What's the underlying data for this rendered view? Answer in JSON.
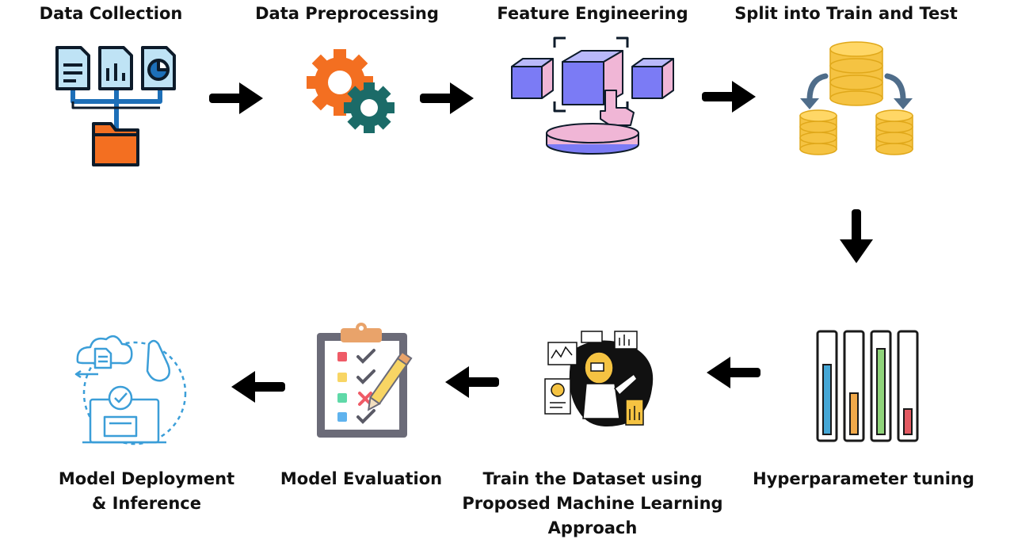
{
  "steps": [
    {
      "label": "Data Collection",
      "icon": "data-collection-icon"
    },
    {
      "label": "Data Preprocessing",
      "icon": "gears-icon"
    },
    {
      "label": "Feature Engineering",
      "icon": "cubes-icon"
    },
    {
      "label": "Split into Train and Test",
      "icon": "database-split-icon"
    },
    {
      "label": "Hyperparameter tuning",
      "icon": "bar-levels-icon"
    },
    {
      "label_lines": [
        "Train the Dataset using",
        "Proposed Machine Learning",
        "Approach"
      ],
      "icon": "ai-robot-icon"
    },
    {
      "label": "Model Evaluation",
      "icon": "clipboard-checklist-icon"
    },
    {
      "label_lines": [
        "Model Deployment",
        "& Inference"
      ],
      "icon": "cloud-deploy-icon"
    }
  ],
  "colors": {
    "text": "#111111",
    "arrow": "#000000",
    "blue": "#1d6fb8",
    "orange": "#f36f21",
    "teal": "#1b6b68",
    "cube_purple": "#7b7bf5",
    "cube_pink": "#f0b6d6",
    "gold": "#f5c342"
  }
}
